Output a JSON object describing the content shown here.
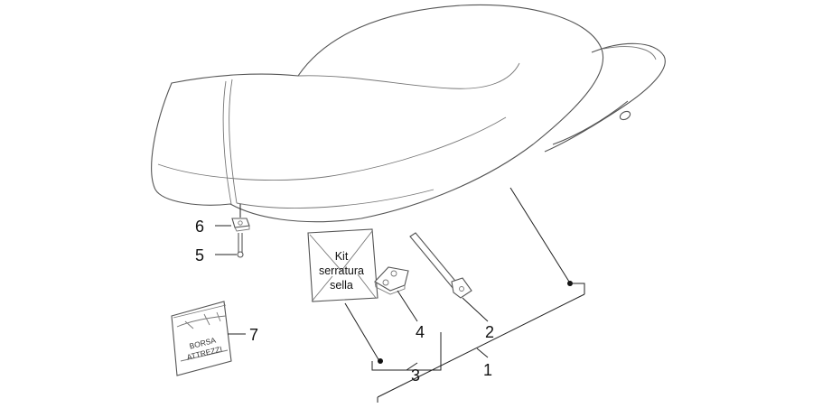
{
  "callouts": {
    "c1": "1",
    "c2": "2",
    "c3": "3",
    "c4": "4",
    "c5": "5",
    "c6": "6",
    "c7": "7"
  },
  "kit_label": {
    "line1": "Kit",
    "line2": "serratura",
    "line3": "sella"
  },
  "bag_label": {
    "line1": "BORSA",
    "line2": "ATTREZZI"
  }
}
